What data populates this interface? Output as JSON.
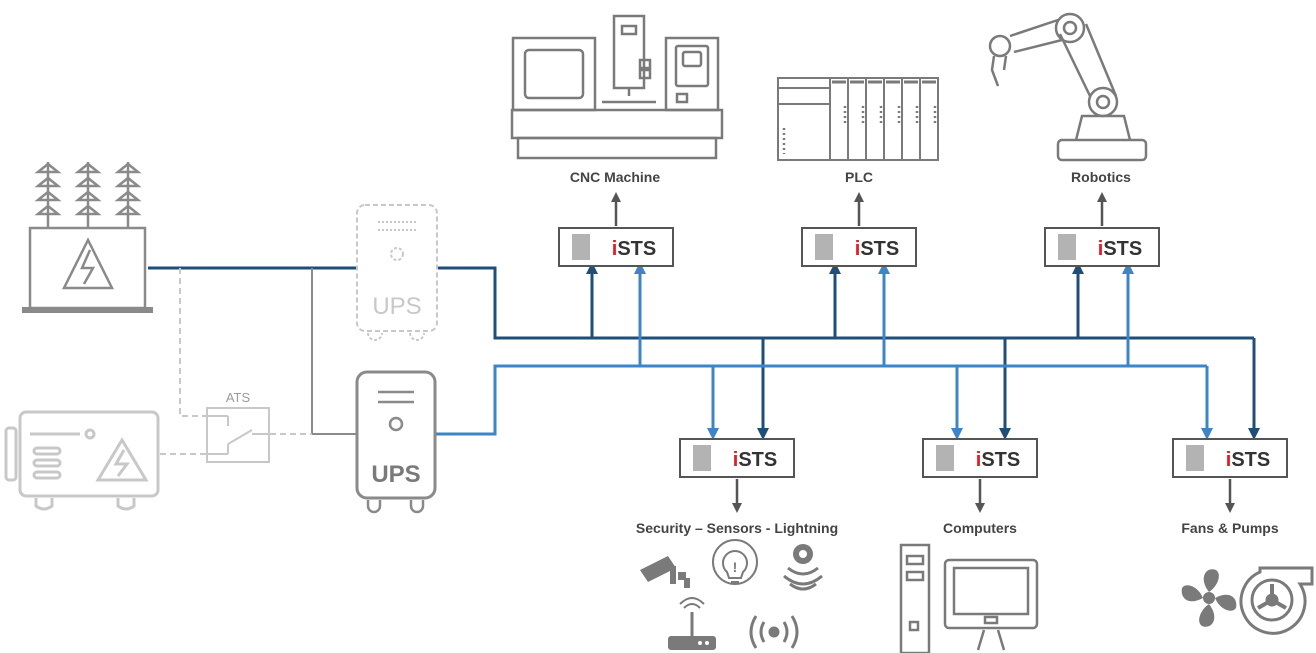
{
  "colors": {
    "dark_line": "#1f4e79",
    "light_line": "#3d85c6",
    "device_gray": "#8a8a8a",
    "faded_gray": "#c8c8c8",
    "ists_accent": "#e31b23",
    "label": "#444444"
  },
  "ists": {
    "prefix": "i",
    "suffix": "STS"
  },
  "power": {
    "ups_top_label": "UPS",
    "ups_bottom_label": "UPS",
    "ats_label": "ATS"
  },
  "loads_top": [
    {
      "label": "CNC Machine",
      "icon": "cnc-machine-icon"
    },
    {
      "label": "PLC",
      "icon": "plc-icon"
    },
    {
      "label": "Robotics",
      "icon": "robot-arm-icon"
    }
  ],
  "loads_bottom": [
    {
      "label": "Security – Sensors - Lightning",
      "icons": [
        "security-camera-icon",
        "bulb-icon",
        "sensor-icon",
        "router-icon",
        "wireless-icon"
      ]
    },
    {
      "label": "Computers",
      "icons": [
        "computer-tower-icon",
        "monitor-icon"
      ]
    },
    {
      "label": "Fans & Pumps",
      "icons": [
        "fan-icon",
        "pump-icon"
      ]
    }
  ]
}
